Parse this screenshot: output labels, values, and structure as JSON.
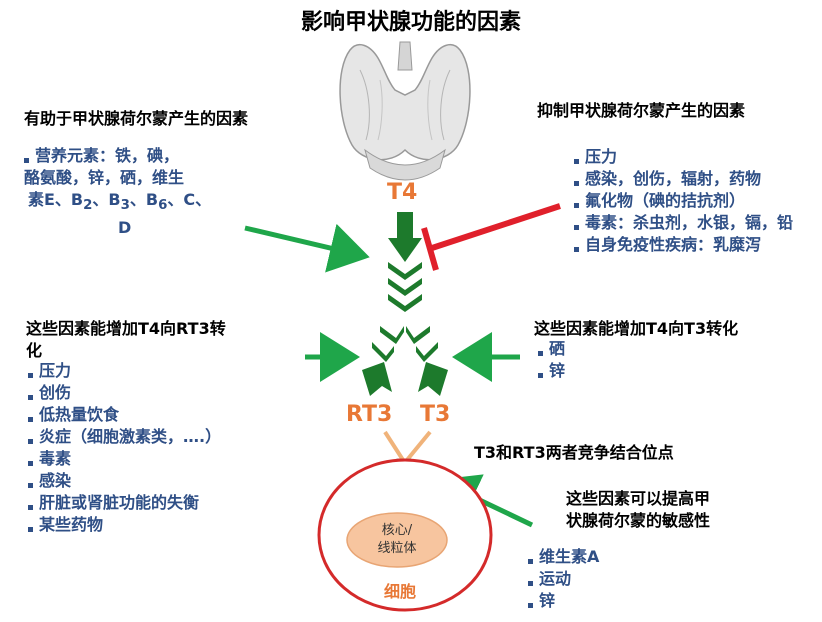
{
  "title": "影响甲状腺功能的因素",
  "left_top": {
    "heading": "有助于甲状腺荷尔蒙产生的因素",
    "lines": [
      "营养元素：铁，碘，",
      "酪氨酸，锌，硒，维生",
      "素E、B",
      "2",
      "、B",
      "3",
      "、B",
      "6",
      "、C、",
      "D"
    ]
  },
  "right_top": {
    "heading": "抑制甲状腺荷尔蒙产生的因素",
    "items": [
      "压力",
      "感染，创伤，辐射，药物",
      "氟化物（碘的拮抗剂）",
      "毒素：杀虫剂，水银，镉，铅",
      "自身免疫性疾病：乳糜泻"
    ]
  },
  "left_mid": {
    "heading_line1": "这些因素能增加T4向RT3转",
    "heading_line2": "化",
    "items": [
      "压力",
      "创伤",
      "低热量饮食",
      "炎症（细胞激素类，….）",
      "毒素",
      "感染",
      "肝脏或肾脏功能的失衡",
      "某些药物"
    ]
  },
  "right_mid": {
    "heading": "这些因素能增加T4向T3转化",
    "items": [
      "硒",
      "锌"
    ]
  },
  "compete": {
    "text": "T3和RT3两者竞争结合位点"
  },
  "right_bottom": {
    "heading_line1": "这些因素可以提高甲",
    "heading_line2": "状腺荷尔蒙的敏感性",
    "items": [
      "维生素A",
      "运动",
      "锌"
    ]
  },
  "labels": {
    "t4": "T4",
    "rt3": "RT3",
    "t3": "T3",
    "nucleus_line1": "核心/",
    "nucleus_line2": "线粒体",
    "cell": "细胞"
  },
  "colors": {
    "green": "#1fa64a",
    "dark_green": "#1d7a2c",
    "red": "#e0202b",
    "orange": "#e87836",
    "text_blue": "#2f4f86",
    "cell_red": "#d42a2a",
    "nucleus_fill": "#f7c59f",
    "nucleus_stroke": "#e8a574"
  },
  "icons": [
    "thyroid-gland-icon"
  ]
}
